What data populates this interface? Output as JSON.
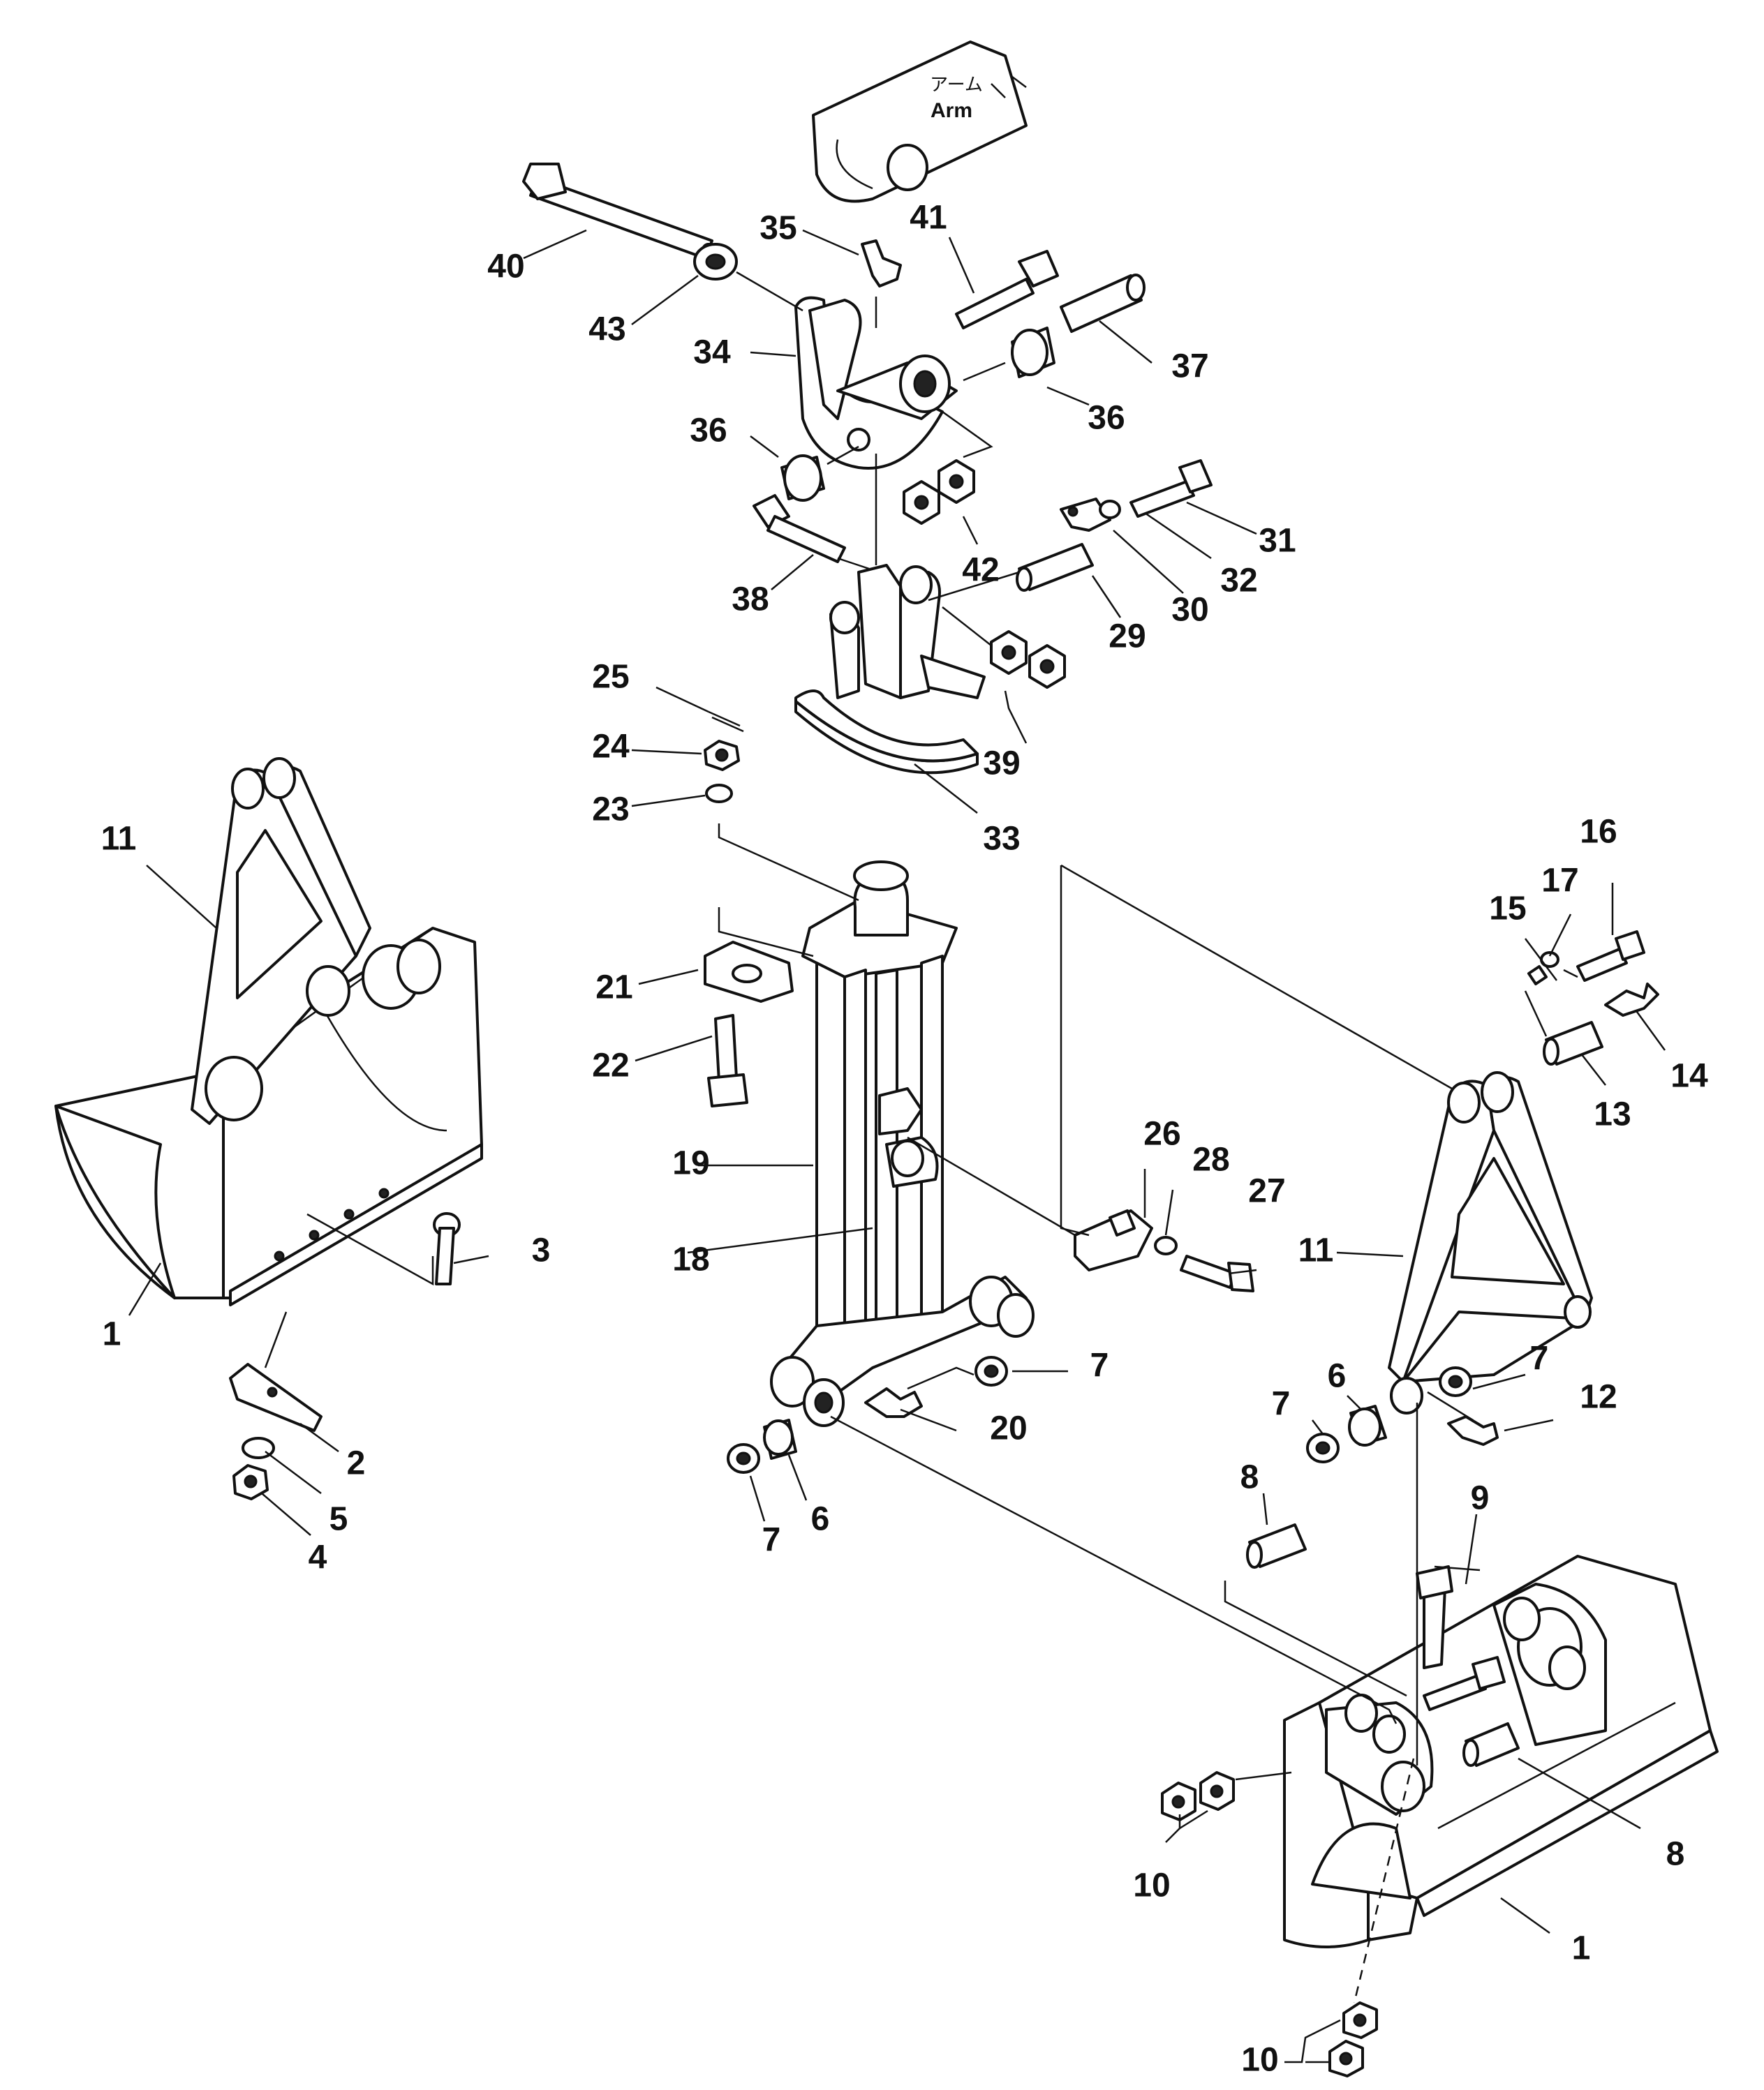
{
  "arm_label": {
    "jp": "アーム",
    "en": "Arm"
  },
  "labels": [
    "1",
    "2",
    "3",
    "4",
    "5",
    "6",
    "7",
    "8",
    "9",
    "10",
    "11",
    "12",
    "13",
    "14",
    "15",
    "16",
    "17",
    "18",
    "19",
    "20",
    "21",
    "22",
    "23",
    "24",
    "25",
    "26",
    "27",
    "28",
    "29",
    "30",
    "31",
    "32",
    "33",
    "34",
    "35",
    "36",
    "37",
    "38",
    "39",
    "40",
    "41",
    "42",
    "43"
  ],
  "colors": {
    "ink": "#111111",
    "paper": "#ffffff"
  }
}
